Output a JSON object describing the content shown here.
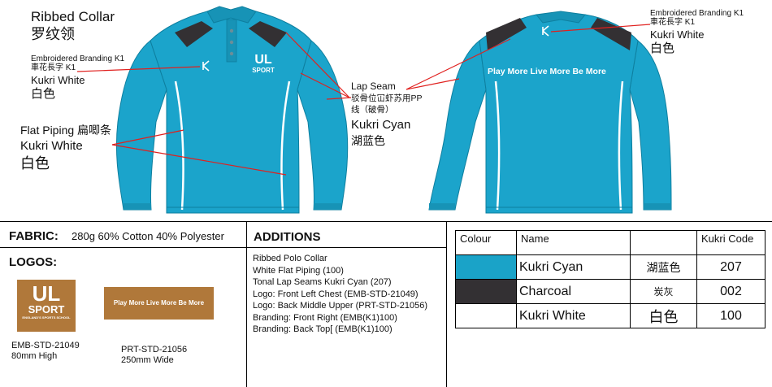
{
  "callouts": {
    "ribbed_collar": {
      "en": "Ribbed Collar",
      "cn": "罗纹领"
    },
    "emb_left": {
      "title": "Embroidered Branding K1",
      "sub": "車花長字 K1",
      "colour": "Kukri White",
      "colour_cn": "白色"
    },
    "flat_piping": {
      "title": "Flat Piping 扁唧条",
      "colour": "Kukri White",
      "colour_cn": "白色"
    },
    "lap_seam": {
      "title": "Lap Seam",
      "cn1": "驳骨位冚虾苏用PP",
      "cn2": "线（破骨）",
      "colour": "Kukri Cyan",
      "colour_cn": "湖蓝色"
    },
    "emb_right": {
      "title": "Embroidered Branding K1",
      "sub": "車花長字 K1",
      "colour": "Kukri White",
      "colour_cn": "白色"
    }
  },
  "front_logo": {
    "line1": "UL",
    "line2": "SPORT"
  },
  "back_print": "Play More Live More Be More",
  "fabric": {
    "label": "FABRIC:",
    "value": "280g 60% Cotton 40% Polyester"
  },
  "logos": {
    "title": "LOGOS:",
    "items": [
      {
        "art_top": "UL",
        "art_bottom": "SPORT",
        "art_small": "ENGLAND'S SPORTS SCHOOL",
        "code": "EMB-STD-21049",
        "size": "80mm High"
      },
      {
        "art_text": "Play More Live More Be More",
        "code": "PRT-STD-21056",
        "size": "250mm Wide"
      }
    ]
  },
  "additions": {
    "title": "ADDITIONS",
    "items": [
      "Ribbed Polo Collar",
      "White Flat Piping (100)",
      "Tonal Lap Seams Kukri Cyan (207)",
      "Logo: Front Left Chest (EMB-STD-21049)",
      "Logo: Back Middle Upper (PRT-STD-21056)",
      "Branding: Front Right (EMB(K1)100)",
      "Branding: Back Top[ (EMB(K1)100)"
    ]
  },
  "colours_table": {
    "headers": [
      "Colour",
      "Name",
      "",
      "Kukri Code"
    ],
    "rows": [
      {
        "swatch": "#1aa3c8",
        "name": "Kukri Cyan",
        "cn": "湖蓝色",
        "code": "207"
      },
      {
        "swatch": "#333033",
        "name": "Charcoal",
        "cn": "炭灰",
        "code": "002"
      },
      {
        "swatch": "#ffffff",
        "name": "Kukri White",
        "cn": "白色",
        "code": "100"
      }
    ]
  },
  "colors": {
    "cyan": "#1ba4cb",
    "cyan_dark": "#128db0",
    "charcoal": "#333033",
    "logo_bg": "#b0783a",
    "callout_line": "#e0201e"
  }
}
